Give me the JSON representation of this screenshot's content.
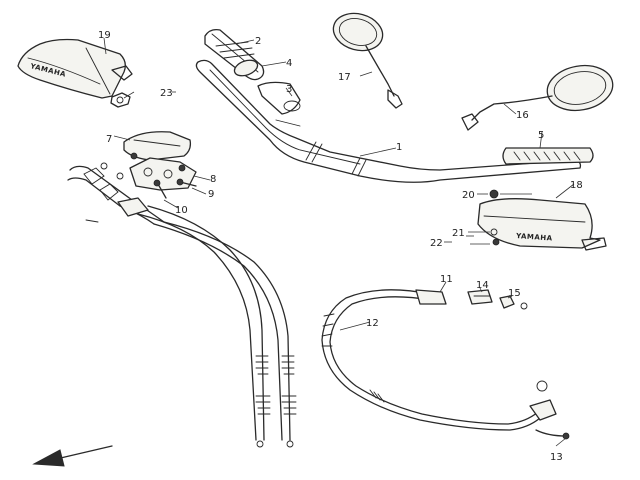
{
  "callouts": [
    {
      "id": "1",
      "text": "1"
    },
    {
      "id": "2",
      "text": "2"
    },
    {
      "id": "3",
      "text": "3"
    },
    {
      "id": "4",
      "text": "4"
    },
    {
      "id": "5",
      "text": "5"
    },
    {
      "id": "7",
      "text": "7"
    },
    {
      "id": "8",
      "text": "8"
    },
    {
      "id": "9",
      "text": "9"
    },
    {
      "id": "10",
      "text": "10"
    },
    {
      "id": "11",
      "text": "11"
    },
    {
      "id": "12",
      "text": "12"
    },
    {
      "id": "13",
      "text": "13"
    },
    {
      "id": "14",
      "text": "14"
    },
    {
      "id": "15",
      "text": "15"
    },
    {
      "id": "16",
      "text": "16"
    },
    {
      "id": "17",
      "text": "17"
    },
    {
      "id": "18",
      "text": "18"
    },
    {
      "id": "19",
      "text": "19"
    },
    {
      "id": "20",
      "text": "20"
    },
    {
      "id": "21",
      "text": "21"
    },
    {
      "id": "22",
      "text": "22"
    },
    {
      "id": "23",
      "text": "23"
    }
  ],
  "guard_logo_text": "YAMAHA",
  "colors": {
    "ink": "#2a2a2a",
    "background": "#ffffff"
  }
}
